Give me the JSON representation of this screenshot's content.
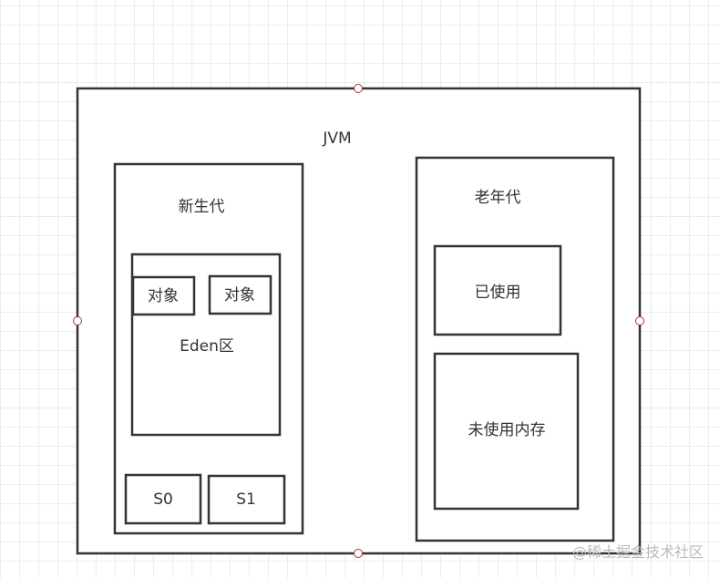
{
  "jvm": {
    "label": "JVM"
  },
  "young": {
    "label": "新生代",
    "eden": {
      "label": "Eden区",
      "objects": [
        "对象",
        "对象"
      ]
    },
    "survivors": [
      "S0",
      "S1"
    ]
  },
  "old": {
    "label": "老年代",
    "used": "已使用",
    "unused": "未使用内存"
  },
  "watermark": "@稀土掘金技术社区"
}
